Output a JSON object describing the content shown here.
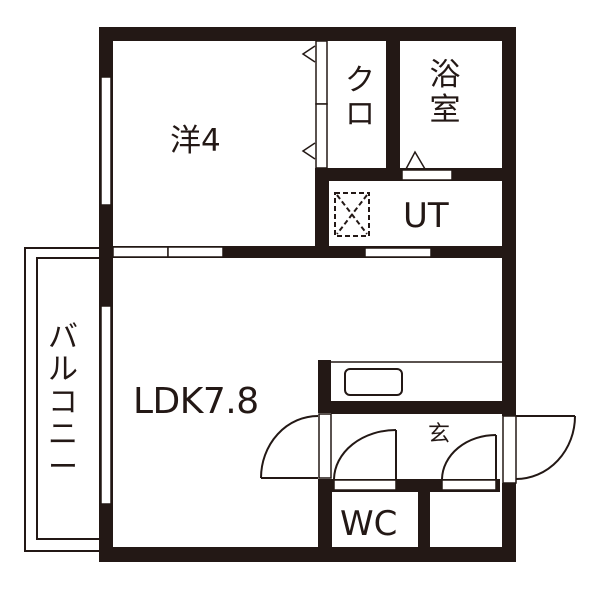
{
  "floor_plan": {
    "type": "1LDK",
    "colors": {
      "wall": "#231815",
      "background": "#ffffff",
      "line": "#231815"
    },
    "rooms": {
      "western_room": {
        "label": "洋4",
        "type": "Western-style room",
        "size_jo": 4
      },
      "closet": {
        "label": "クロ",
        "type": "Closet"
      },
      "bathroom": {
        "label": "浴室",
        "type": "Bathroom"
      },
      "utility": {
        "label": "UT",
        "type": "Utility / washroom"
      },
      "ldk": {
        "label": "LDK7.8",
        "type": "Living Dining Kitchen",
        "size_jo": 7.8
      },
      "entrance": {
        "label": "玄",
        "type": "Entrance (genkan)"
      },
      "toilet": {
        "label": "WC",
        "type": "Toilet"
      },
      "balcony": {
        "label": "バルコニー",
        "type": "Balcony"
      }
    },
    "fixtures": [
      {
        "name": "washing-machine-space",
        "room": "utility"
      },
      {
        "name": "kitchen-sink",
        "room": "ldk"
      }
    ]
  }
}
